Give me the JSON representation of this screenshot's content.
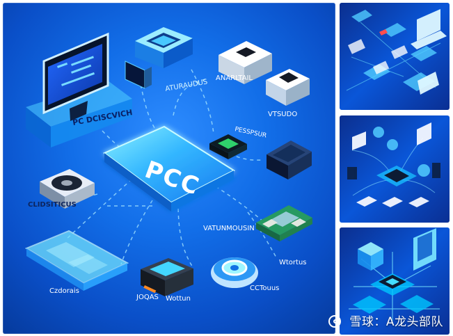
{
  "main_illustration": {
    "center_label": "PCC",
    "labels": [
      "PC DCISCVICH",
      "ATURAUDUS",
      "ANARLTAIL",
      "VTSUDO",
      "PESSPSUR",
      "CLIDSITICUS",
      "VATUNMOUSIN",
      "Czdorais",
      "JOQAS",
      "Wottun",
      "Wtortus",
      "CCTouus"
    ]
  },
  "watermark": {
    "text": "雪球：A龙头部队"
  },
  "colors": {
    "panel_blue": "#126ee8",
    "deep_blue": "#063a9c",
    "accent_cyan": "#7ee6ff",
    "white": "#ffffff"
  }
}
